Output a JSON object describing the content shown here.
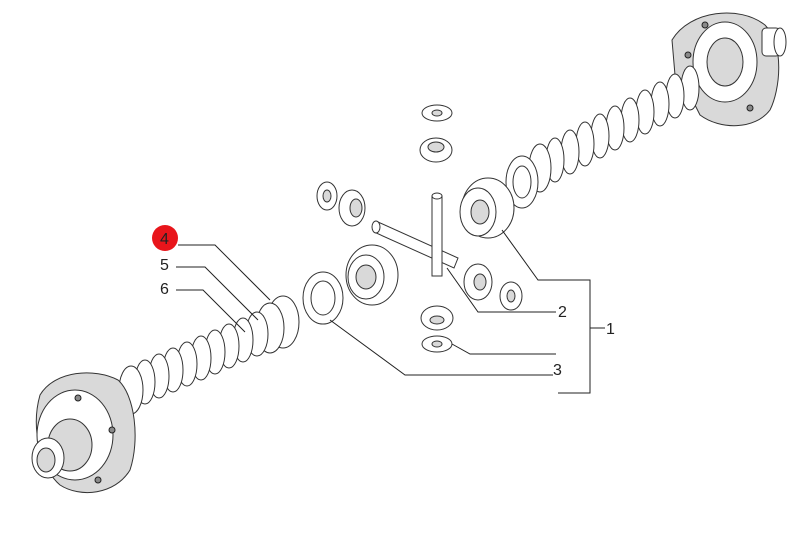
{
  "callouts": [
    {
      "id": "1",
      "text": "1"
    },
    {
      "id": "2",
      "text": "2"
    },
    {
      "id": "3",
      "text": "3"
    },
    {
      "id": "4",
      "text": "4"
    },
    {
      "id": "5",
      "text": "5"
    },
    {
      "id": "6",
      "text": "6"
    }
  ],
  "highlight": {
    "callout": "4",
    "color": "#e8151b"
  },
  "colors": {
    "line": "#222222",
    "part_fill": "#ffffff",
    "shade": "#d9d9d9"
  }
}
